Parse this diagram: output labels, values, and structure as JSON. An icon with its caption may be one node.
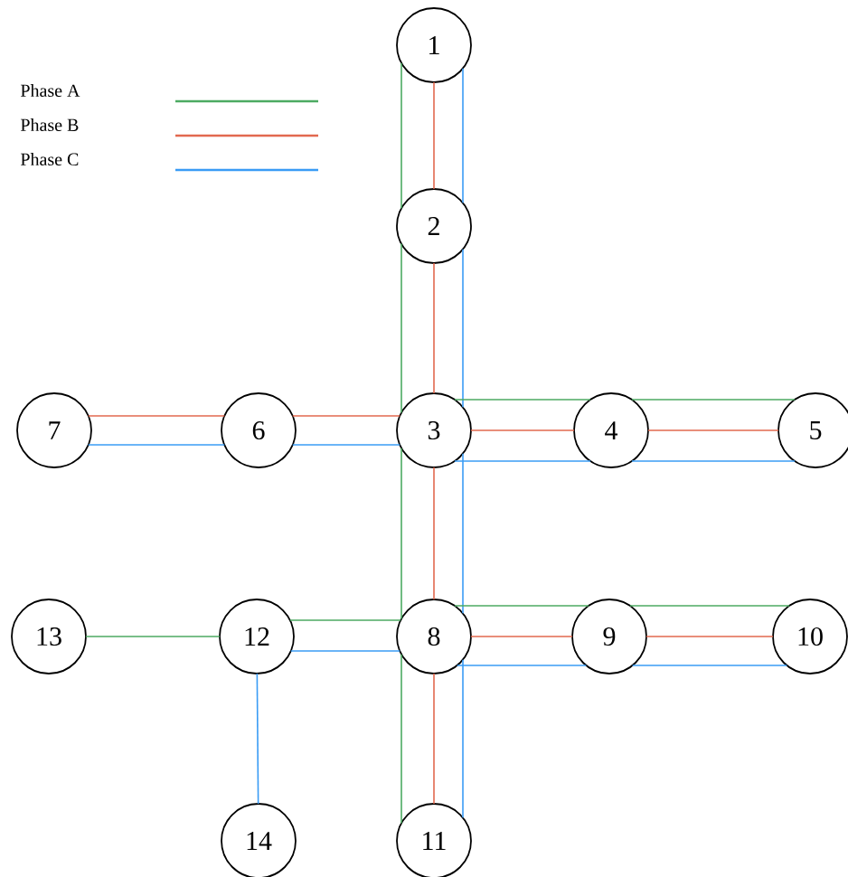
{
  "diagram": {
    "nodes": [
      {
        "text": [
          "1"
        ]
      },
      {
        "text": [
          "2"
        ]
      },
      {
        "text": [
          "3"
        ]
      },
      {
        "text": [
          "4"
        ]
      },
      {
        "text": [
          "5"
        ]
      },
      {
        "text": [
          "6"
        ]
      },
      {
        "text": [
          "7"
        ]
      },
      {
        "text": [
          "8"
        ]
      },
      {
        "text": [
          "9"
        ]
      },
      {
        "text": [
          "10"
        ]
      },
      {
        "text": [
          "11"
        ]
      },
      {
        "text": [
          "12"
        ]
      },
      {
        "text": [
          "13"
        ]
      },
      {
        "text": [
          "14"
        ]
      }
    ],
    "edges": [
      {
        "from": 0,
        "to": 1,
        "arrow": "none",
        "color": "#4caa62"
      },
      {
        "from": 0,
        "to": 1,
        "arrow": "none",
        "color": "#e2694f"
      },
      {
        "from": 0,
        "to": 1,
        "arrow": "none",
        "color": "#3a9cf5"
      },
      {
        "from": 1,
        "to": 2,
        "arrow": "none",
        "color": "#4caa62"
      },
      {
        "from": 1,
        "to": 2,
        "arrow": "none",
        "color": "#e2694f"
      },
      {
        "from": 1,
        "to": 2,
        "arrow": "none",
        "color": "#3a9cf5"
      },
      {
        "from": 2,
        "to": 7,
        "arrow": "none",
        "color": "#4caa62"
      },
      {
        "from": 2,
        "to": 7,
        "arrow": "none",
        "color": "#e2694f"
      },
      {
        "from": 2,
        "to": 7,
        "arrow": "none",
        "color": "#3a9cf5"
      },
      {
        "from": 7,
        "to": 10,
        "arrow": "none",
        "color": "#4caa62"
      },
      {
        "from": 7,
        "to": 10,
        "arrow": "none",
        "color": "#e2694f"
      },
      {
        "from": 7,
        "to": 10,
        "arrow": "none",
        "color": "#3a9cf5"
      },
      {
        "from": 2,
        "to": 3,
        "arrow": "none",
        "color": "#e2694f"
      },
      {
        "from": 3,
        "to": 4,
        "arrow": "none",
        "color": "#e2694f"
      },
      {
        "from": 2,
        "to": 3,
        "arrow": "none",
        "color": "#4caa62"
      },
      {
        "from": 3,
        "to": 4,
        "arrow": "none",
        "color": "#4caa62"
      },
      {
        "from": 2,
        "to": 3,
        "arrow": "none",
        "color": "#3a9cf5"
      },
      {
        "from": 3,
        "to": 4,
        "arrow": "none",
        "color": "#3a9cf5"
      },
      {
        "from": 6,
        "to": 5,
        "arrow": "none",
        "color": "#e2694f"
      },
      {
        "from": 6,
        "to": 5,
        "arrow": "none",
        "color": "#3a9cf5"
      },
      {
        "from": 5,
        "to": 2,
        "arrow": "none",
        "color": "#e2694f"
      },
      {
        "from": 5,
        "to": 2,
        "arrow": "none",
        "color": "#3a9cf5"
      },
      {
        "from": 12,
        "to": 11,
        "arrow": "none",
        "color": "#4caa62"
      },
      {
        "from": 11,
        "to": 7,
        "arrow": "none",
        "color": "#4caa62"
      },
      {
        "from": 11,
        "to": 7,
        "arrow": "none",
        "color": "#3a9cf5"
      },
      {
        "from": 11,
        "to": 13,
        "arrow": "none",
        "color": "#3a9cf5"
      },
      {
        "from": 7,
        "to": 8,
        "arrow": "none",
        "color": "#e2694f"
      },
      {
        "from": 8,
        "to": 9,
        "arrow": "none",
        "color": "#e2694f"
      },
      {
        "from": 7,
        "to": 8,
        "arrow": "none",
        "color": "#4caa62"
      },
      {
        "from": 8,
        "to": 9,
        "arrow": "none",
        "color": "#4caa62"
      },
      {
        "from": 7,
        "to": 8,
        "arrow": "none",
        "color": "#3a9cf5"
      },
      {
        "from": 8,
        "to": 9,
        "arrow": "none",
        "color": "#3a9cf5"
      }
    ],
    "legend": [
      {
        "text": "Phase A",
        "color": "#4caa62"
      },
      {
        "text": "Phase B",
        "color": "#e2694f"
      },
      {
        "text": "Phase C",
        "color": "#3a9cf5"
      }
    ]
  }
}
